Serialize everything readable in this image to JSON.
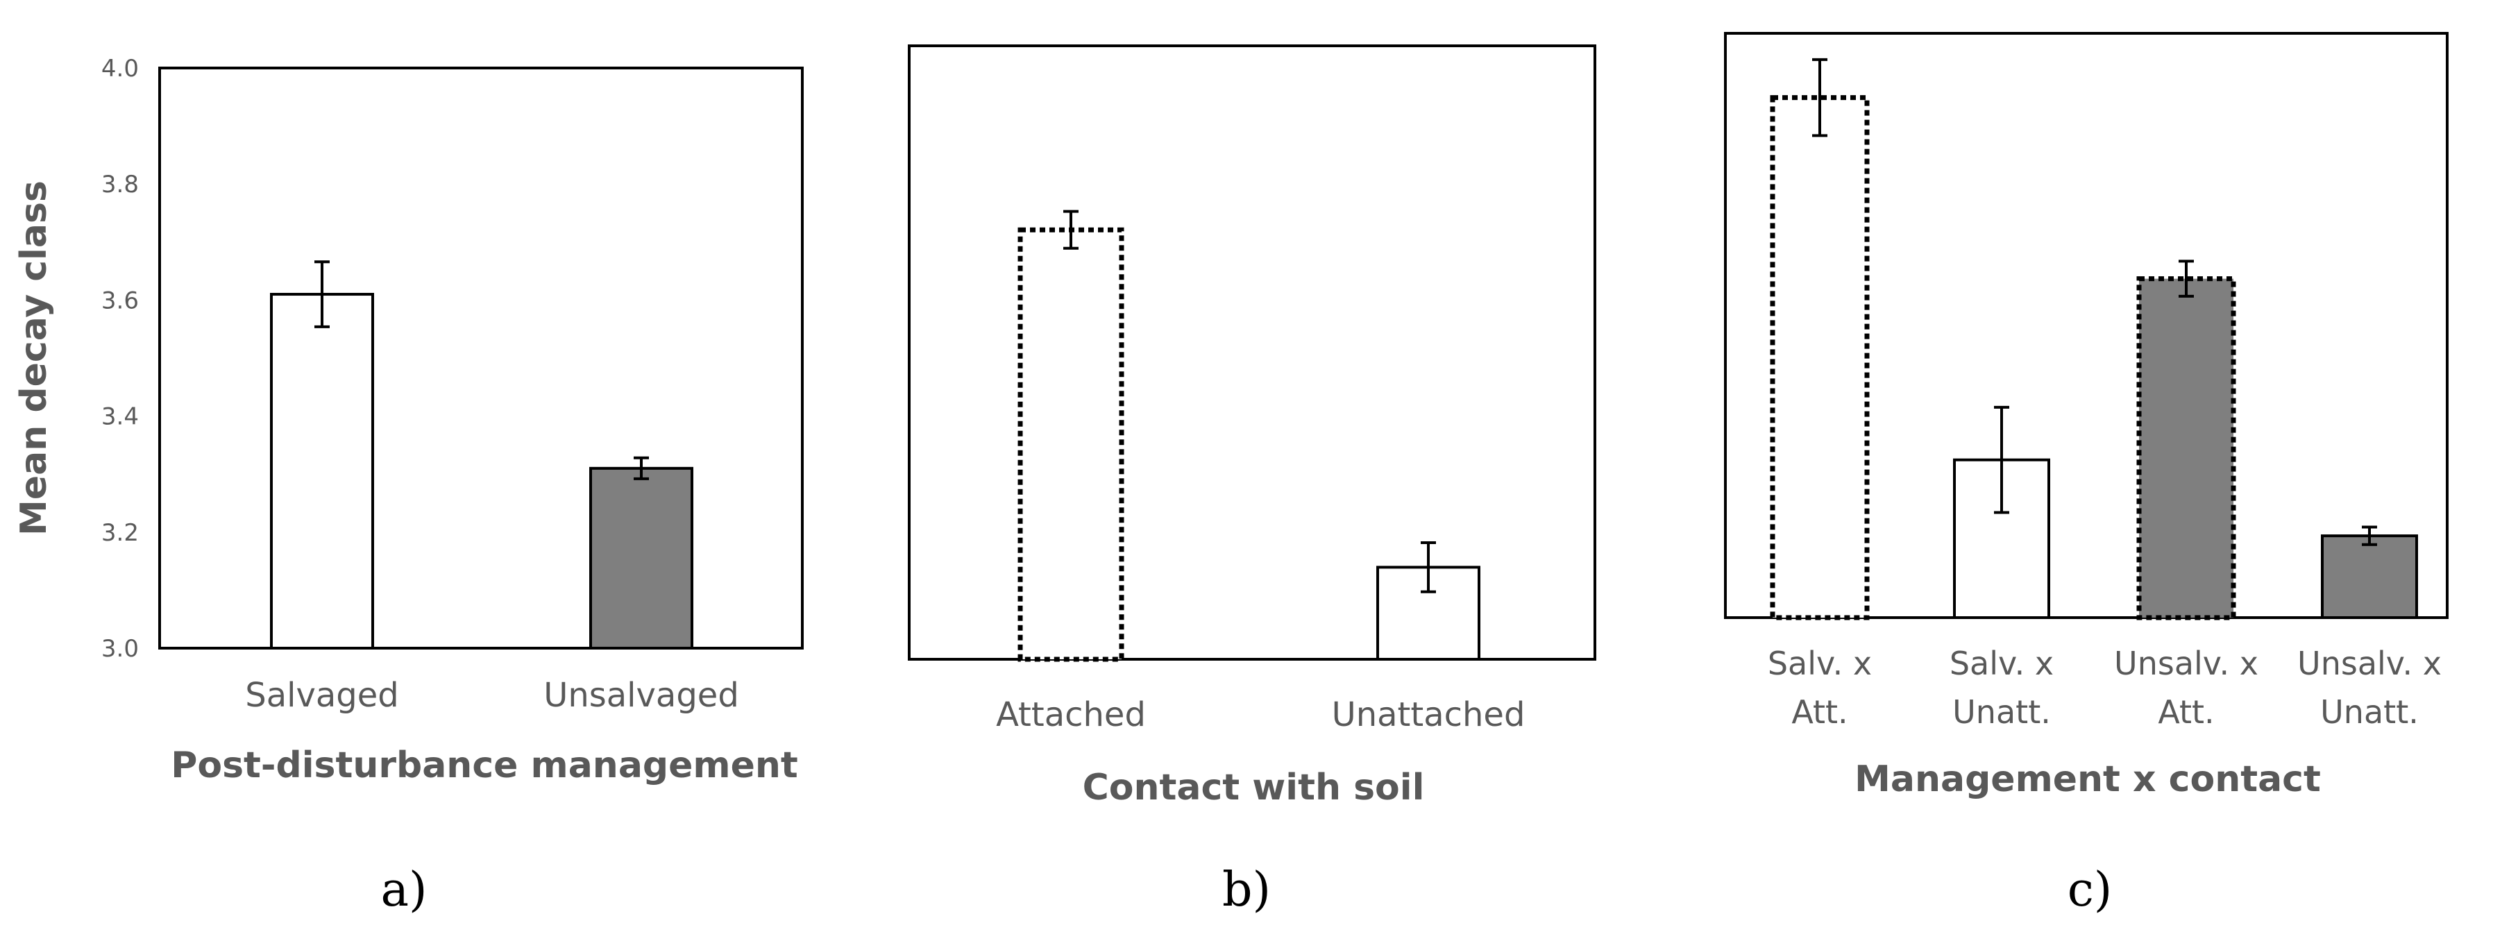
{
  "colors": {
    "text": "#595959",
    "panel_label": "#000000",
    "frame": "#000000",
    "bar_white": "#ffffff",
    "bar_gray": "#7f7f7f"
  },
  "chart_data": [
    {
      "id": "a",
      "type": "bar",
      "panel_label": "a)",
      "ylabel": "Mean decay class",
      "xlabel": "Post-disturbance management",
      "ylim": [
        3.0,
        4.0
      ],
      "yticks": [
        "3.0",
        "3.2",
        "3.4",
        "3.6",
        "3.8",
        "4.0"
      ],
      "categories": [
        "Salvaged",
        "Unsalvaged"
      ],
      "values": [
        3.61,
        3.31
      ],
      "errors": [
        0.056,
        0.018
      ],
      "fills": [
        "white",
        "gray"
      ],
      "dotted": [
        false,
        false
      ]
    },
    {
      "id": "b",
      "type": "bar",
      "panel_label": "b)",
      "ylabel": "",
      "xlabel": "Contact with soil",
      "ylim": [
        3.0,
        4.0
      ],
      "yticks": [],
      "categories": [
        "Attached",
        "Unattached"
      ],
      "values": [
        3.7,
        3.15
      ],
      "errors": [
        0.03,
        0.04
      ],
      "fills": [
        "white",
        "white"
      ],
      "dotted": [
        true,
        false
      ]
    },
    {
      "id": "c",
      "type": "bar",
      "panel_label": "c)",
      "ylabel": "",
      "xlabel": "Management x contact",
      "ylim": [
        3.0,
        4.0
      ],
      "yticks": [],
      "categories": [
        [
          "Salv. x",
          "Att."
        ],
        [
          "Salv. x",
          "Unatt."
        ],
        [
          "Unsalv. x",
          "Att."
        ],
        [
          "Unsalv. x",
          "Unatt."
        ]
      ],
      "values": [
        3.89,
        3.27
      ],
      "values_full": [
        3.89,
        3.27,
        3.58,
        3.14
      ],
      "errors": [
        0.065,
        0.09,
        0.03,
        0.015
      ],
      "fills": [
        "white",
        "white",
        "gray",
        "gray"
      ],
      "dotted": [
        true,
        false,
        true,
        false
      ]
    }
  ]
}
